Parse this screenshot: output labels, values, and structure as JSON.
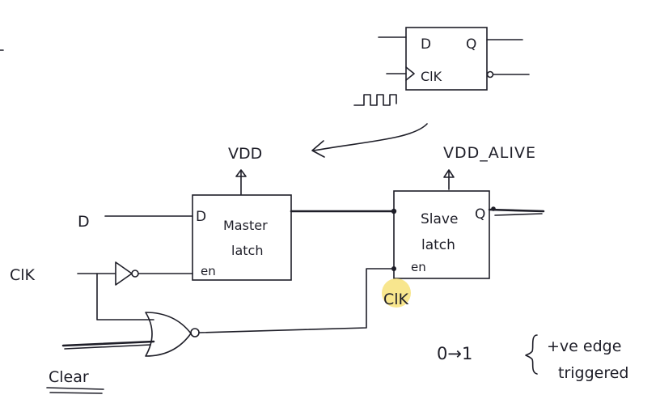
{
  "colors": {
    "ink": "#1e1e28",
    "highlight": "#f7e27a",
    "background": "#ffffff"
  },
  "flipflop_symbol": {
    "d_label": "D",
    "q_label": "Q",
    "clk_label": "ClK",
    "clock_waveform_icon": "square-wave-icon"
  },
  "supplies": {
    "master_supply": "VDD",
    "slave_supply": "VDD_ALIVE"
  },
  "master_latch": {
    "title_line1": "Master",
    "title_line2": "latch",
    "d_pin": "D",
    "en_pin": "en"
  },
  "slave_latch": {
    "title_line1": "Slave",
    "title_line2": "latch",
    "q_pin": "Q",
    "en_pin": "en"
  },
  "inputs": {
    "d": "D",
    "clk": "ClK",
    "clear": "Clear"
  },
  "slave_clock_label": "ClK",
  "notes": {
    "transition": "0→1",
    "edge_line1": "+ve edge",
    "edge_line2": "triggered"
  }
}
